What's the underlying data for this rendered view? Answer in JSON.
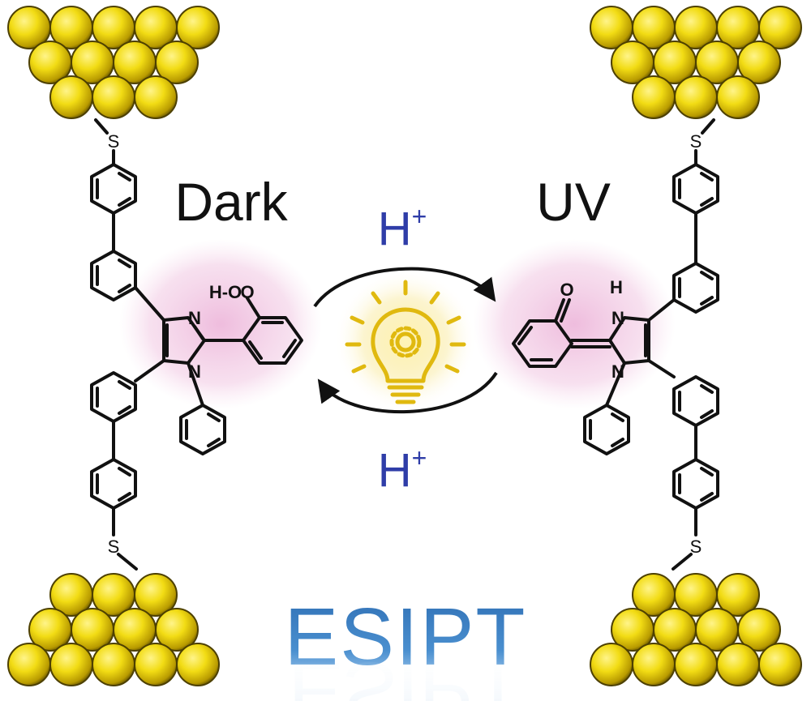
{
  "labels": {
    "dark": "Dark",
    "uv": "UV",
    "proton_top": "H",
    "proton_top_sup": "+",
    "proton_bottom": "H",
    "proton_bottom_sup": "+",
    "title": "ESIPT"
  },
  "atoms": {
    "sulfur": "S",
    "nitrogen": "N",
    "oxygen": "O",
    "enol_oh": "H-O",
    "nh_hydrogen": "H"
  },
  "colors": {
    "gold": "#e8d21a",
    "gold_dark": "#6b5a00",
    "proton_blue": "#2f3da8",
    "esipt_blue": "#3d82c4",
    "glow_pink": "#e9a6d2",
    "bulb": "#e8c516"
  },
  "icons": {
    "center": "lightbulb-gear-icon"
  }
}
